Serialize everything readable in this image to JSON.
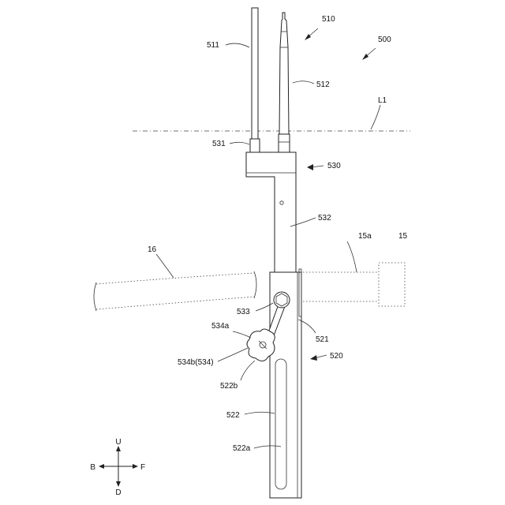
{
  "figure": {
    "labels": {
      "l500": "500",
      "l510": "510",
      "l511": "511",
      "l512": "512",
      "lL1": "L1",
      "l531": "531",
      "l530": "530",
      "l532": "532",
      "l16": "16",
      "l15a": "15a",
      "l15": "15",
      "l533": "533",
      "l534a": "534a",
      "l521": "521",
      "l534b": "534b(534)",
      "l520": "520",
      "l522b": "522b",
      "l522": "522",
      "l522a": "522a"
    },
    "directions": {
      "up": "U",
      "down": "D",
      "back": "B",
      "front": "F"
    }
  }
}
